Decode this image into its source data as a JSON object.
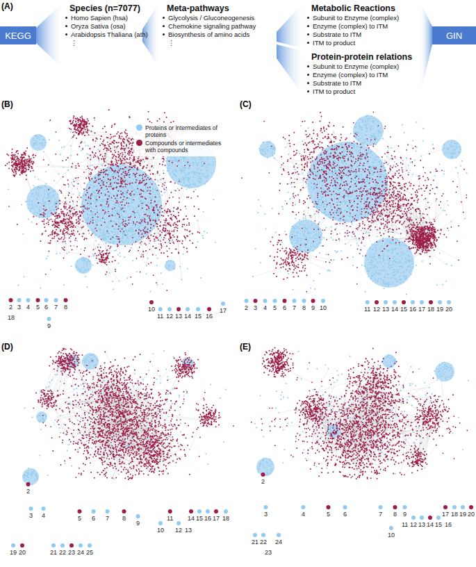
{
  "diagram": {
    "nodes": [
      {
        "text": [
          "KEGG"
        ]
      },
      {
        "text": [
          "Species (n=7077)",
          "Homo Sapien (hsa)",
          "Oryza Sativa (osa)",
          "Arabidopsis Thaliana (ath)",
          "⋮"
        ]
      },
      {
        "text": [
          "Meta-pathways",
          "Glycolysis / Gluconeogenesis",
          "Chemokine signaling pathway",
          "Biosynthesis of amino acids",
          "⋮"
        ]
      },
      {
        "text": [
          "Metabolic Reactions",
          "Subunit to Enzyme (complex)",
          "Enzyme (complex) to ITM",
          "Substrate to ITM",
          "ITM to product"
        ]
      },
      {
        "text": [
          "Protein-protein relations",
          "Subunit to Enzyme (complex)",
          "Enzyme (complex) to ITM",
          "Substrate to ITM",
          "ITM to product"
        ]
      },
      {
        "text": [
          "GIN"
        ]
      }
    ],
    "labels": [
      "(A)",
      "(B)",
      "2",
      "3",
      "4",
      "5",
      "6",
      "7",
      "8",
      "18",
      "9",
      "10",
      "11",
      "12",
      "13",
      "14",
      "15",
      "16",
      "17",
      "(C)",
      "2",
      "3",
      "4",
      "5",
      "6",
      "7",
      "8",
      "9",
      "10",
      "11",
      "12",
      "13",
      "14",
      "15",
      "16",
      "17",
      "18",
      "19",
      "20",
      "(D)",
      "2",
      "3",
      "4",
      "5",
      "6",
      "7",
      "8",
      "9",
      "10",
      "11",
      "12",
      "13",
      "14",
      "15",
      "16",
      "17",
      "18",
      "19",
      "20",
      "21",
      "22",
      "23",
      "24",
      "25",
      "(E)",
      "2",
      "3",
      "4",
      "5",
      "6",
      "7",
      "8",
      "9",
      "10",
      "11",
      "12",
      "13",
      "14",
      "15",
      "16",
      "17",
      "18",
      "19",
      "20",
      "21",
      "22",
      "23",
      "24"
    ],
    "legend": [
      {
        "text": "Proteins or intermediates of proteins",
        "color": "#8fcaf0"
      },
      {
        "text": "Compounds or intermediates with compounds",
        "color": "#9c1c48"
      }
    ]
  }
}
